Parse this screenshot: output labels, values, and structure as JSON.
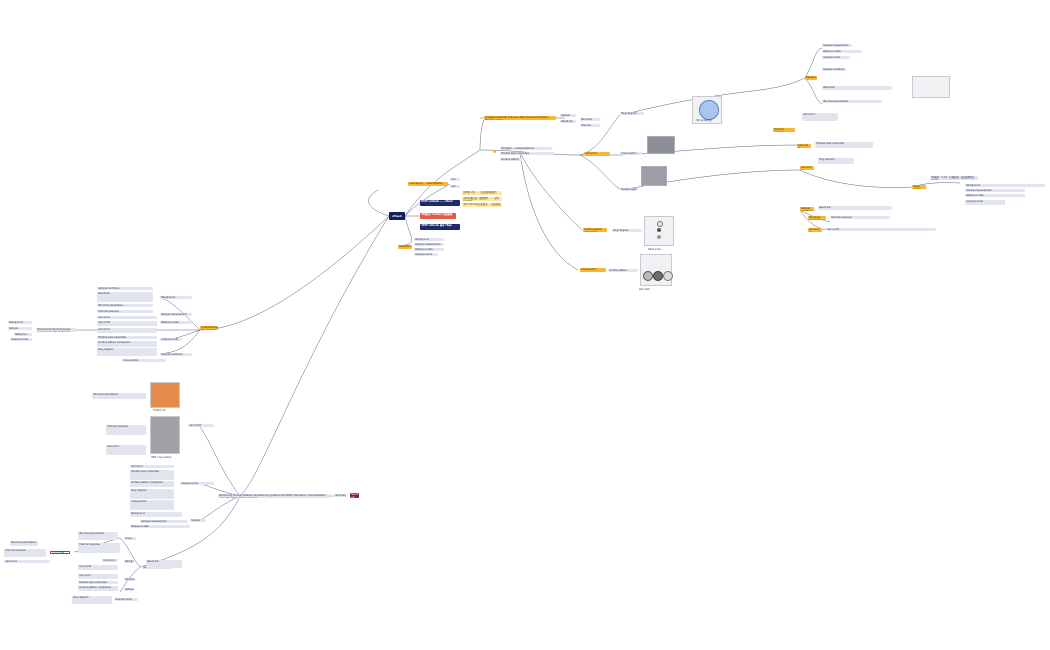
{
  "root": {
    "label": "dfasd"
  },
  "tags": {
    "red": "2D與多片 textbox 比較結果",
    "navy": "3DTE cathode 基本 3Dpp",
    "dark": "DSTE cathode ⋯⋯ dfasd"
  },
  "note_lines": [
    "說明第十四 ⋯⋯ 在此處附錄圖片",
    "說明各種比較，細節條件 ⋯⋯ 原件與說明圖",
    "4A/7 9/8 2Dp比較研究 ⋯ 比較結果"
  ],
  "branch_top": "(Sample-Collected) Unknown data (Schnell-Acro)(Sand-Fireplace glass)",
  "branch_mid_left": "Low hearing ⋯ Specialization",
  "branch_mid_right": "2D Rapid ⋯ sample features",
  "branch_collect": "Collection",
  "left_main": "Hierarchical structure design and analysis with multiscale systems",
  "left_title": "Understanding the structure",
  "bottom_main": "Reinforcing through additive manufacturing systems with SERS: fabrication, characterization and applications of the properties",
  "bottom_tag": "Summary",
  "right_summary": "3D構造 · 3-3-5 · 比較結果 · 在此處附錄分析研究",
  "caption_sphere": "3D rendering",
  "caption_beads": "Bead array samples",
  "caption_petri": "Petri dish comparison",
  "caption_fold": "Folded cell structure",
  "caption_sem": "SEM cross section",
  "labels": {
    "a1": "Background",
    "a2": "Sample measurement",
    "a3": "Reference data",
    "b1": "Analysis mode",
    "b2": "Sample conditions",
    "b3": "Result set",
    "c1": "Structure parameters",
    "c2": "Thermal response",
    "d1": "Cell unit A",
    "d2": "Cell unit B",
    "d3": "Cell unit C",
    "e1": "Flexible layer properties",
    "e2": "Surface pattern comparison",
    "f1": "Ring diagram",
    "f2": "Cross-section"
  }
}
